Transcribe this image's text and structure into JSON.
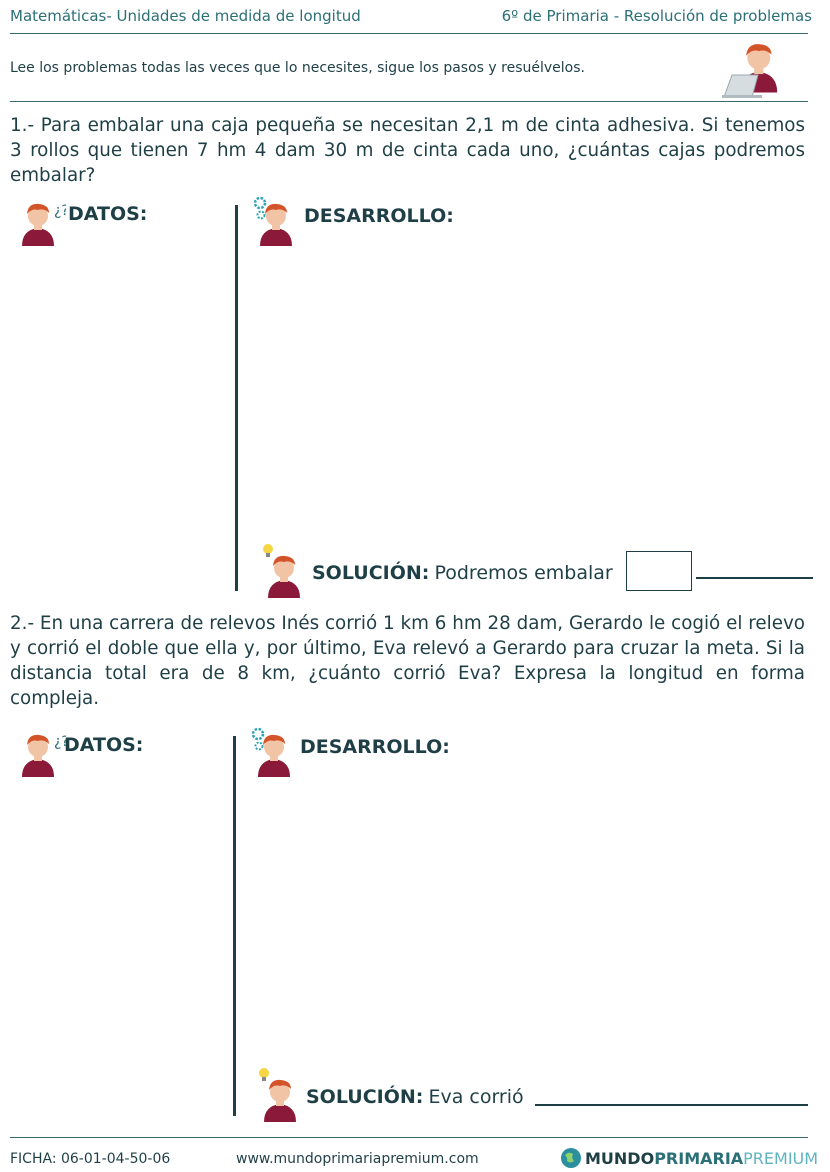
{
  "header": {
    "left": "Matemáticas- Unidades de medida de longitud",
    "right": "6º de Primaria - Resolución de problemas"
  },
  "intro": "Lee los problemas todas las veces que lo necesites, sigue los pasos y resuélvelos.",
  "problems": [
    {
      "text": "1.- Para embalar una caja pequeña se necesitan 2,1 m de cinta adhesiva. Si tenemos 3 rollos que tienen 7 hm 4 dam 30 m de cinta cada uno, ¿cuántas cajas podremos embalar?",
      "datos": "DATOS:",
      "desarrollo": "DESARROLLO:",
      "solucion_label": "SOLUCIÓN:",
      "solucion_text": "Podremos embalar"
    },
    {
      "text": "2.- En una carrera de relevos Inés corrió 1 km 6 hm 28 dam, Gerardo le cogió el relevo y corrió el doble que ella y, por último, Eva relevó a Gerardo para cruzar la meta. Si la distancia total era de 8 km, ¿cuánto corrió Eva? Expresa la longitud en forma compleja.",
      "datos": "DATOS:",
      "desarrollo": "DESARROLLO:",
      "solucion_label": "SOLUCIÓN:",
      "solucion_text": "Eva corrió"
    }
  ],
  "footer": {
    "ficha": "FICHA: 06-01-04-50-06",
    "url": "www.mundoprimariapremium.com",
    "brand_a": "MUNDO",
    "brand_b": "PRIMARIA",
    "brand_c": "PREMIUM"
  },
  "colors": {
    "teal": "#2b6f77",
    "dark": "#1f3f47",
    "shirt": "#8b1a3a",
    "hair": "#d4542a"
  }
}
